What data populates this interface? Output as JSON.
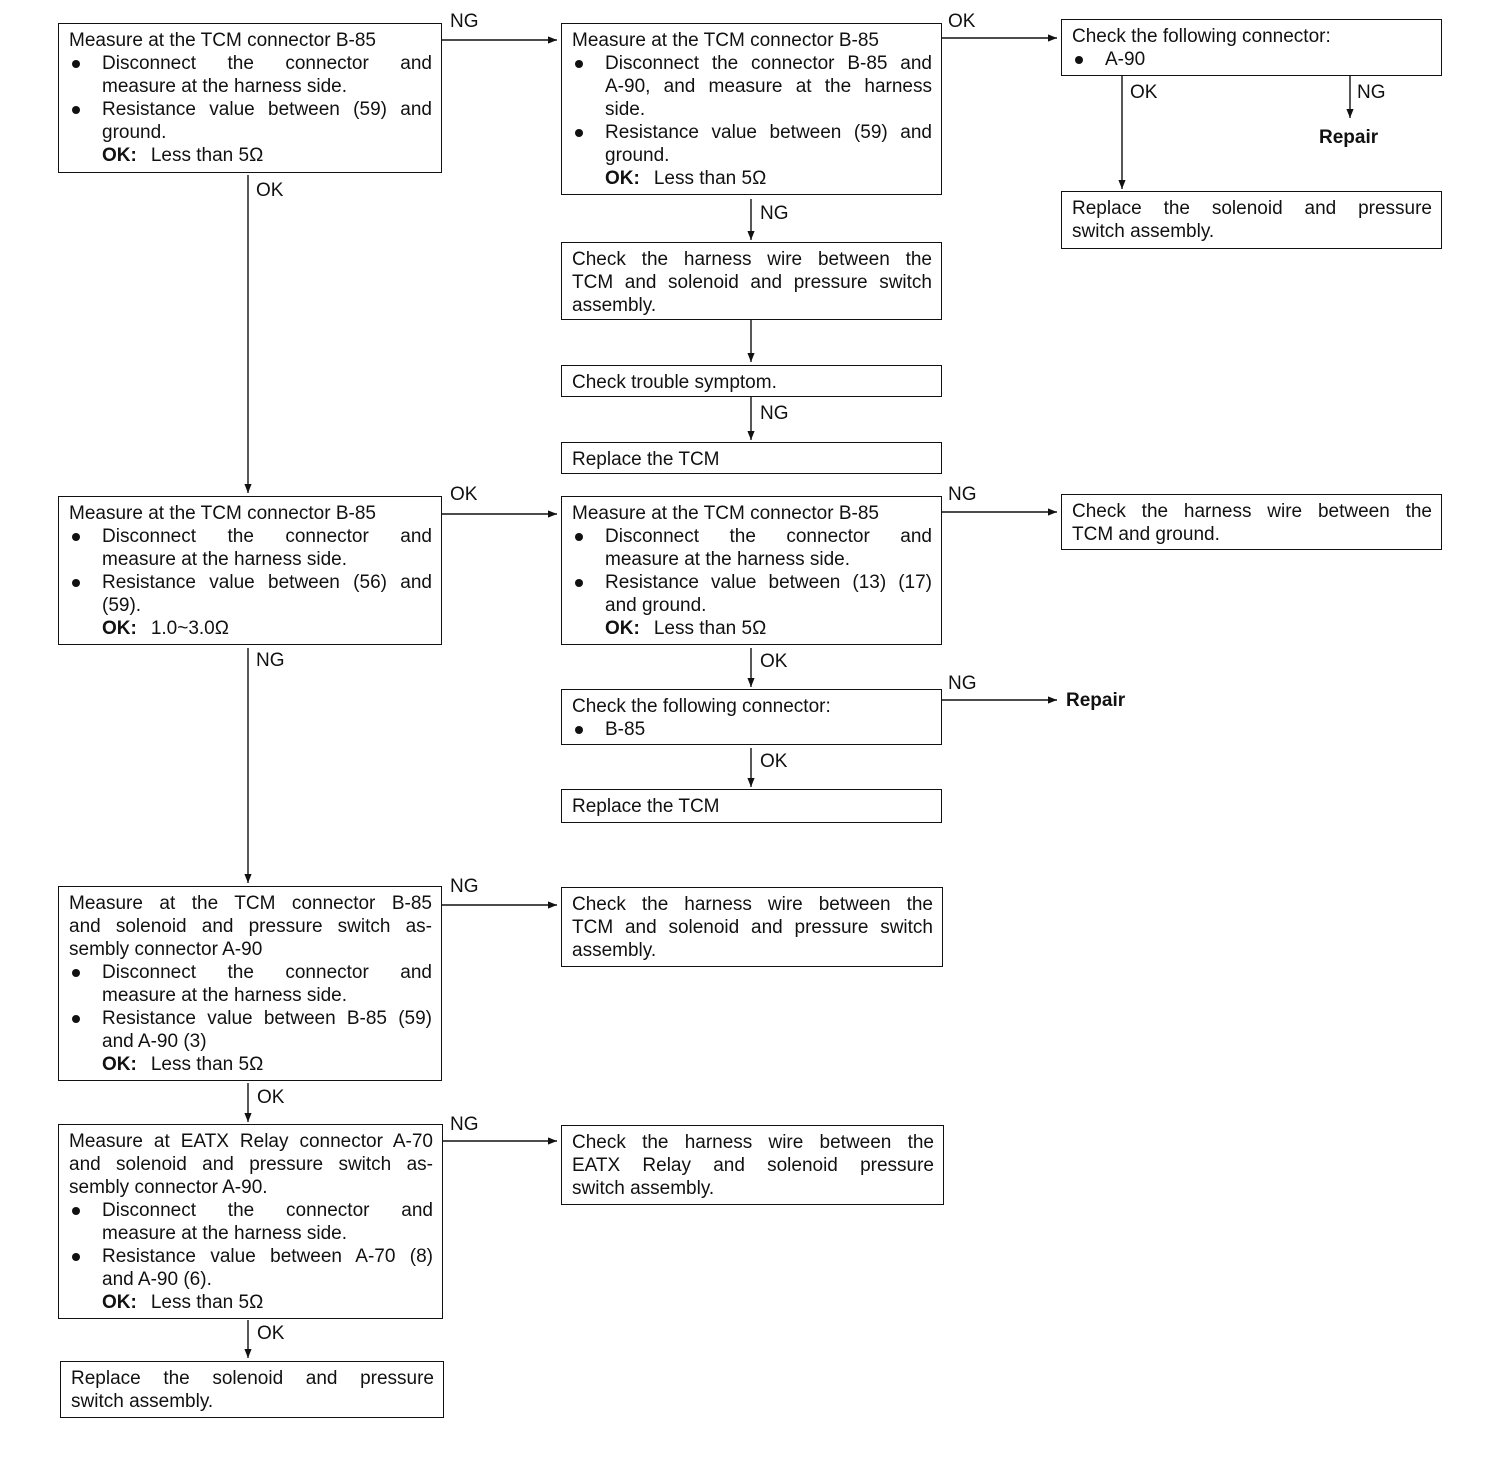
{
  "labels": {
    "ok": "OK",
    "ng": "NG",
    "repair": "Repair"
  },
  "boxes": {
    "b1": {
      "title": [
        "Measure at the TCM connector B-85"
      ],
      "bullets": [
        [
          "Disconnect the connector and",
          "measure at the harness side."
        ],
        [
          "Resistance value between (59) and",
          "ground."
        ]
      ],
      "ok_value": "Less than 5Ω"
    },
    "b2": {
      "title": [
        "Measure at the TCM connector B-85"
      ],
      "bullets": [
        [
          "Disconnect the connector B-85 and",
          "A-90, and measure at the harness",
          "side."
        ],
        [
          "Resistance value between (59) and",
          "ground."
        ]
      ],
      "ok_value": "Less than 5Ω"
    },
    "b3": {
      "title": [
        "Check the following connector:"
      ],
      "bullets": [
        [
          "A-90"
        ]
      ]
    },
    "b4": {
      "title": [
        "Replace the solenoid and pressure",
        "switch assembly."
      ]
    },
    "b5": {
      "title": [
        "Check the harness wire between the",
        "TCM and solenoid and pressure switch",
        "assembly."
      ]
    },
    "b6": {
      "title": [
        "Check trouble symptom."
      ]
    },
    "b7": {
      "title": [
        "Replace the TCM"
      ]
    },
    "b8": {
      "title": [
        "Measure at the TCM connector B-85"
      ],
      "bullets": [
        [
          "Disconnect the connector and",
          "measure at the harness side."
        ],
        [
          "Resistance value between (56) and",
          "(59)."
        ]
      ],
      "ok_value": "1.0~3.0Ω"
    },
    "b9": {
      "title": [
        "Measure at the TCM connector B-85"
      ],
      "bullets": [
        [
          "Disconnect the connector and",
          "measure at the harness side."
        ],
        [
          "Resistance value between (13) (17)",
          "and ground."
        ]
      ],
      "ok_value": "Less than 5Ω"
    },
    "b10": {
      "title": [
        "Check the harness wire between the",
        "TCM and ground."
      ]
    },
    "b11": {
      "title": [
        "Check the following connector:"
      ],
      "bullets": [
        [
          "B-85"
        ]
      ]
    },
    "b12": {
      "title": [
        "Replace the TCM"
      ]
    },
    "b13": {
      "title": [
        "Measure at the TCM connector B-85",
        "and solenoid and pressure switch as-",
        "sembly connector A-90"
      ],
      "bullets": [
        [
          "Disconnect the connector and",
          "measure at the harness side."
        ],
        [
          "Resistance value between B-85 (59)",
          "and A-90 (3)"
        ]
      ],
      "ok_value": "Less than 5Ω"
    },
    "b14": {
      "title": [
        "Check the harness wire between the",
        "TCM and solenoid and pressure switch",
        "assembly."
      ]
    },
    "b15": {
      "title": [
        "Measure at EATX Relay connector A-70",
        "and solenoid and pressure switch as-",
        "sembly connector A-90."
      ],
      "bullets": [
        [
          "Disconnect the connector and",
          "measure at the harness side."
        ],
        [
          "Resistance value between A-70 (8)",
          "and A-90 (6)."
        ]
      ],
      "ok_value": "Less than 5Ω"
    },
    "b16": {
      "title": [
        "Check the harness wire between the",
        "EATX Relay and solenoid pressure",
        "switch assembly."
      ]
    },
    "b17": {
      "title": [
        "Replace the solenoid and pressure",
        "switch assembly."
      ]
    }
  },
  "connections": [
    {
      "from": "b1",
      "to": "b2",
      "label": "NG"
    },
    {
      "from": "b1",
      "to": "b8",
      "label": "OK"
    },
    {
      "from": "b2",
      "to": "b3",
      "label": "OK"
    },
    {
      "from": "b2",
      "to": "b5",
      "label": "NG"
    },
    {
      "from": "b3",
      "to": "b4",
      "label": "OK"
    },
    {
      "from": "b3",
      "to": "repair",
      "label": "NG"
    },
    {
      "from": "b5",
      "to": "b6",
      "label": ""
    },
    {
      "from": "b6",
      "to": "b7",
      "label": "NG"
    },
    {
      "from": "b8",
      "to": "b9",
      "label": "OK"
    },
    {
      "from": "b8",
      "to": "b13",
      "label": "NG"
    },
    {
      "from": "b9",
      "to": "b10",
      "label": "NG"
    },
    {
      "from": "b9",
      "to": "b11",
      "label": "OK"
    },
    {
      "from": "b11",
      "to": "repair",
      "label": "NG"
    },
    {
      "from": "b11",
      "to": "b12",
      "label": "OK"
    },
    {
      "from": "b13",
      "to": "b14",
      "label": "NG"
    },
    {
      "from": "b13",
      "to": "b15",
      "label": "OK"
    },
    {
      "from": "b15",
      "to": "b16",
      "label": "NG"
    },
    {
      "from": "b15",
      "to": "b17",
      "label": "OK"
    }
  ]
}
